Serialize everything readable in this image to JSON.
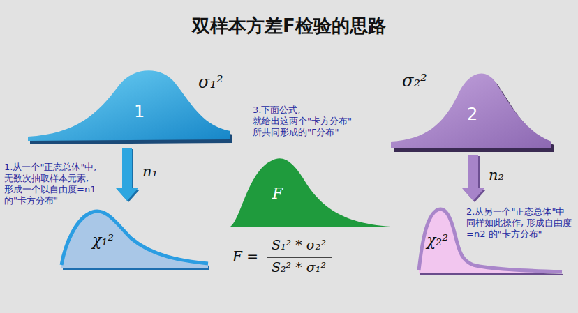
{
  "diagram": {
    "title": "双样本方差F检验的思路",
    "nodes": [
      {
        "text": [
          "1",
          "σ₁²"
        ]
      },
      {
        "text": [
          "2",
          "σ₂²"
        ]
      },
      {
        "text": [
          "F"
        ]
      },
      {
        "text": [
          "χ₁²"
        ]
      },
      {
        "text": [
          "χ₂²"
        ]
      }
    ],
    "edges": [
      {
        "from": 0,
        "to": 3,
        "arrow": "to",
        "label": "n₁"
      },
      {
        "from": 1,
        "to": 4,
        "arrow": "to",
        "label": "n₂"
      }
    ],
    "labels": [
      "1.从一个\"正态总体\"中, 无数次抽取样本元素, 形成一个以自由度=n1 的\"卡方分布\"",
      "3.下面公式, 就给出这两个\"卡方分布\" 所共同形成的\"F分布\"",
      "2.从另一个\"正态总体\"中 同样如此操作, 形成自由度=n2 的\"卡方分布\"",
      "F =",
      "S₁² * σ₂²",
      "S₂² * σ₁²"
    ]
  }
}
